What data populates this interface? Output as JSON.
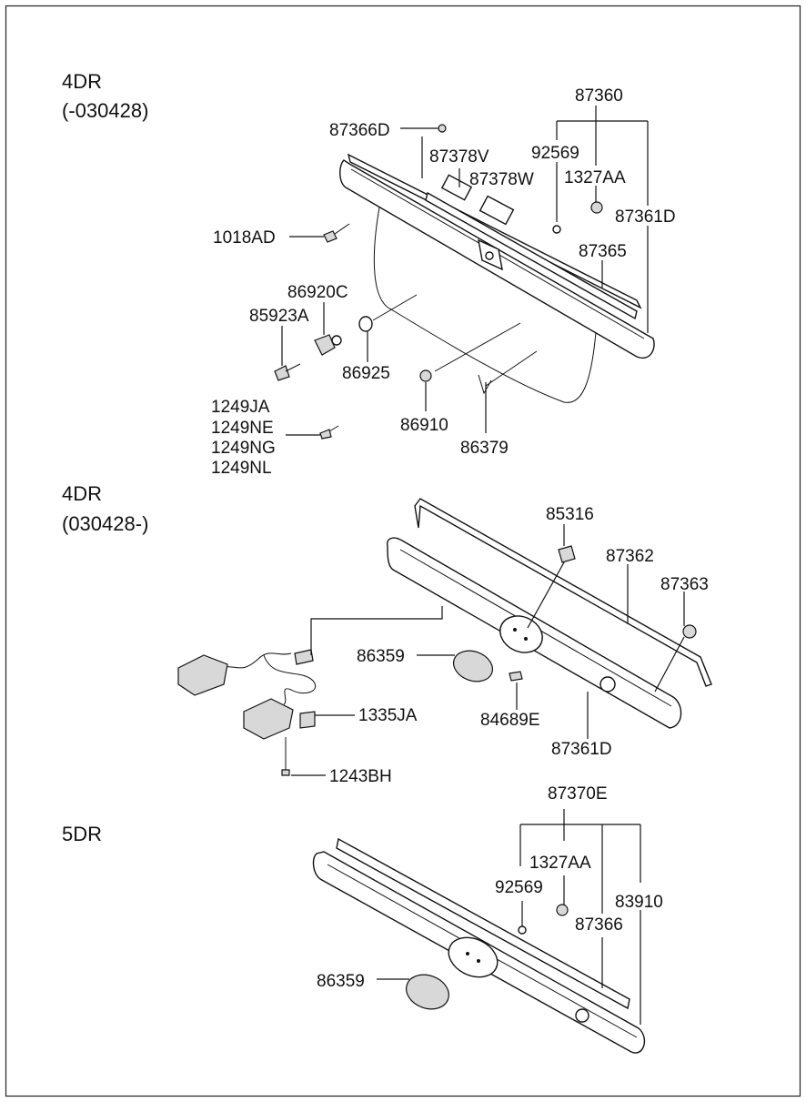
{
  "sections": {
    "s1_line1": "4DR",
    "s1_line2": "(-030428)",
    "s2_line1": "4DR",
    "s2_line2": "(030428-)",
    "s3_line1": "5DR"
  },
  "parts": {
    "p87360": "87360",
    "p87366D": "87366D",
    "p87378V": "87378V",
    "p92569_a": "92569",
    "p87378W": "87378W",
    "p1327AA_a": "1327AA",
    "p1018AD": "1018AD",
    "p87361D_a": "87361D",
    "p87365": "87365",
    "p86920C": "86920C",
    "p85923A": "85923A",
    "p86925": "86925",
    "p1249JA": "1249JA",
    "p1249NE": "1249NE",
    "p1249NG": "1249NG",
    "p1249NL": "1249NL",
    "p86910": "86910",
    "p86379": "86379",
    "p85316": "85316",
    "p87362": "87362",
    "p87363": "87363",
    "p86359_a": "86359",
    "p1335JA": "1335JA",
    "p84689E": "84689E",
    "p87361D_b": "87361D",
    "p1243BH": "1243BH",
    "p87370E": "87370E",
    "p1327AA_b": "1327AA",
    "p92569_b": "92569",
    "p83910": "83910",
    "p87366": "87366",
    "p86359_b": "86359"
  }
}
